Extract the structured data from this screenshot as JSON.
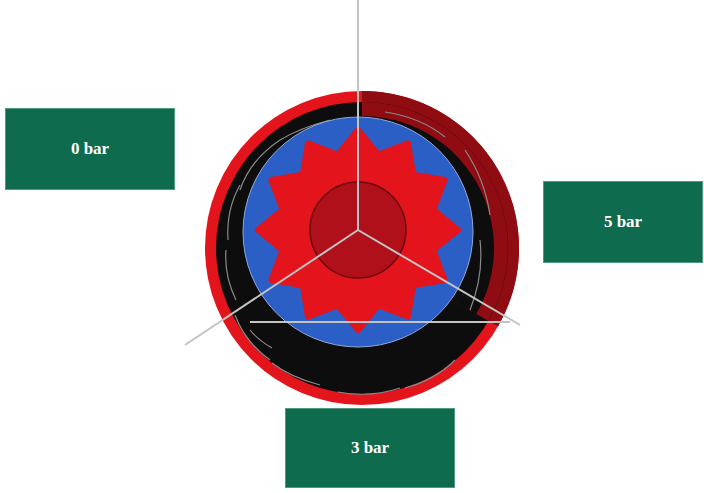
{
  "diagram": {
    "nodes": [
      {
        "text": [
          "0 bar"
        ]
      },
      {
        "text": [
          "5 bar"
        ]
      },
      {
        "text": [
          "3 bar"
        ]
      }
    ]
  }
}
